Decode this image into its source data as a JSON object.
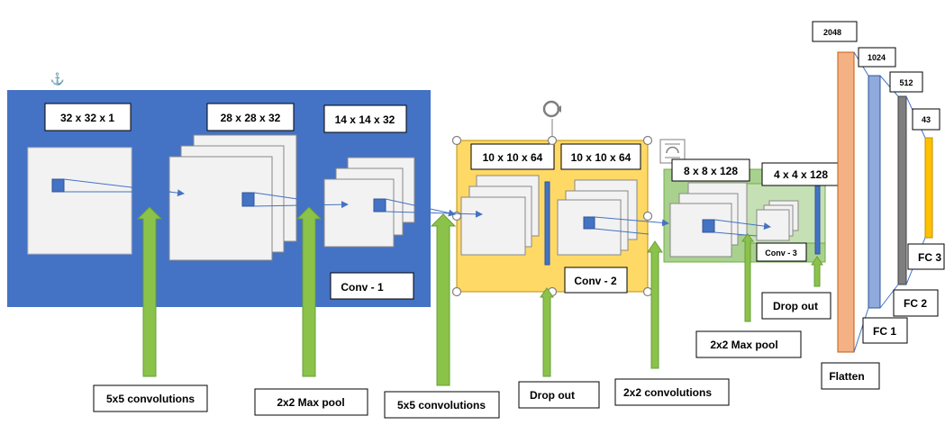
{
  "conv1": {
    "dims": [
      "32 x 32 x 1",
      "28 x 28 x 32",
      "14 x 14 x 32"
    ],
    "name": "Conv - 1"
  },
  "conv2": {
    "dims": [
      "10 x 10 x 64",
      "10 x 10 x 64"
    ],
    "name": "Conv - 2"
  },
  "conv3": {
    "dims": [
      "8 x 8 x 128",
      "4 x 4 x 128"
    ],
    "name": "Conv - 3"
  },
  "operations": {
    "conv5_a": "5x5 convolutions",
    "maxpool_a": "2x2 Max pool",
    "conv5_b": "5x5 convolutions",
    "dropout_a": "Drop out",
    "conv2x2": "2x2 convolutions",
    "maxpool_b": "2x2 Max pool",
    "dropout_b": "Drop out"
  },
  "dense": {
    "sizes": [
      "2048",
      "1024",
      "512",
      "43"
    ],
    "flatten": "Flatten",
    "fc1": "FC 1",
    "fc2": "FC 2",
    "fc3": "FC 3"
  },
  "colors": {
    "conv1_bg": "#4472C4",
    "conv2_bg": "#FFD966",
    "conv3_bg": "#A9D18E",
    "arrow_green": "#8BC34A",
    "flatten_bar": "#F4B183",
    "fc1_bar": "#8FAADC",
    "fc2_bar": "#7F7F7F",
    "fc3_bar": "#FFC000"
  }
}
